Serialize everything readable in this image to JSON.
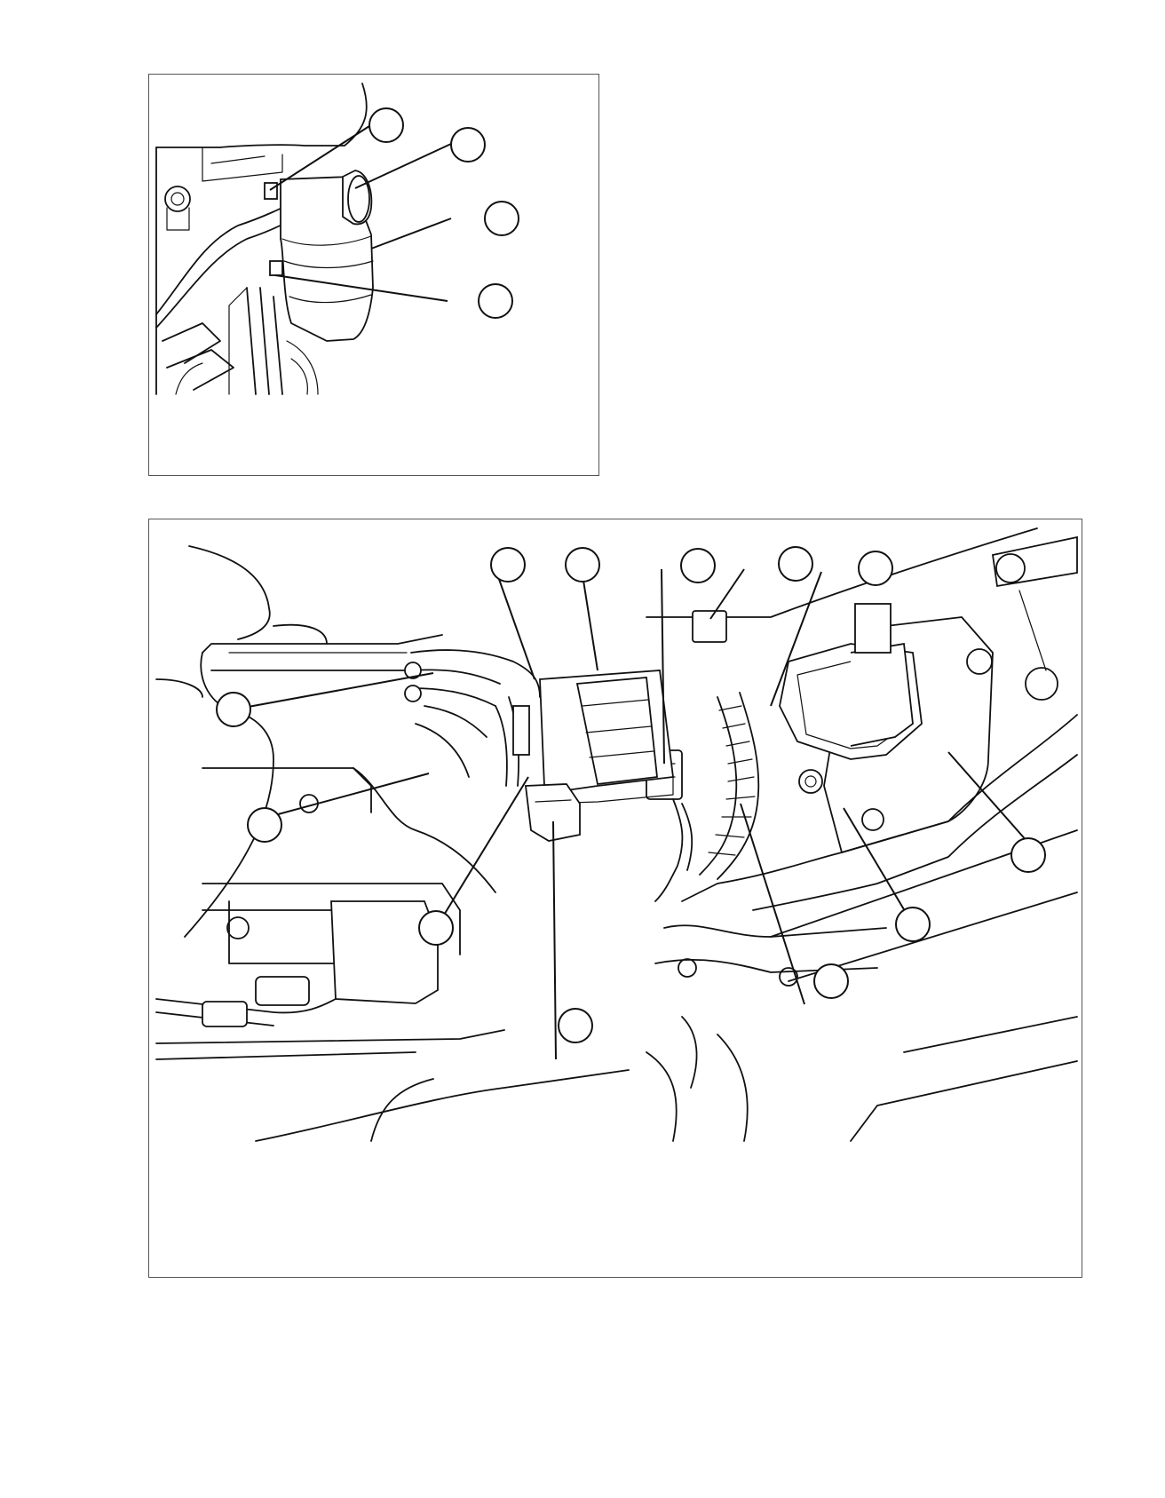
{
  "figure": {
    "top_panel": {
      "callouts": [
        {
          "id": "t1",
          "label": ""
        },
        {
          "id": "t2",
          "label": ""
        },
        {
          "id": "t3",
          "label": ""
        },
        {
          "id": "t4",
          "label": ""
        }
      ]
    },
    "bottom_panel": {
      "callouts": [
        {
          "id": "b1",
          "label": ""
        },
        {
          "id": "b2",
          "label": ""
        },
        {
          "id": "b3",
          "label": ""
        },
        {
          "id": "b4",
          "label": ""
        },
        {
          "id": "b5",
          "label": ""
        },
        {
          "id": "b6",
          "label": ""
        },
        {
          "id": "b7",
          "label": ""
        },
        {
          "id": "b8",
          "label": ""
        },
        {
          "id": "b9",
          "label": ""
        },
        {
          "id": "b10",
          "label": ""
        },
        {
          "id": "b11",
          "label": ""
        },
        {
          "id": "b12",
          "label": ""
        }
      ]
    }
  }
}
